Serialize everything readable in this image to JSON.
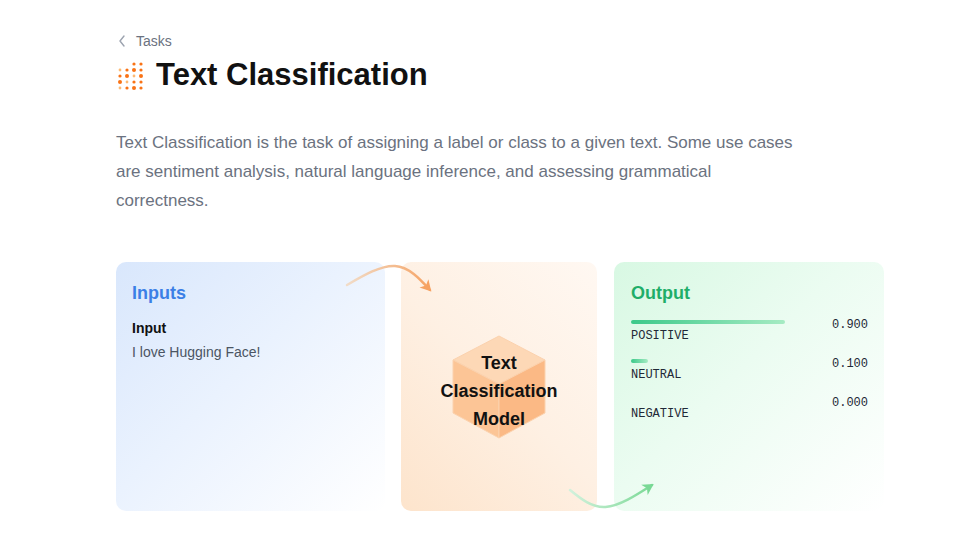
{
  "diagram": {
    "title": "Text Classification",
    "nodes": [
      {
        "text": [
          "Inputs",
          "Input",
          "I love Hugging Face!"
        ]
      },
      {
        "text": [
          "Text Classification Model"
        ]
      },
      {
        "text": [
          "Output",
          "POSITIVE",
          "0.900",
          "NEUTRAL",
          "0.100",
          "NEGATIVE",
          "0.000"
        ]
      }
    ],
    "edges": [
      {
        "from": 0,
        "to": 1,
        "arrow": "to"
      },
      {
        "from": 1,
        "to": 2,
        "arrow": "to"
      }
    ],
    "labels": [
      "Tasks",
      "Text Classification is the task of assigning a label or class to a given text. Some use cases are sentiment analysis, natural language inference, and assessing grammatical correctness."
    ]
  }
}
